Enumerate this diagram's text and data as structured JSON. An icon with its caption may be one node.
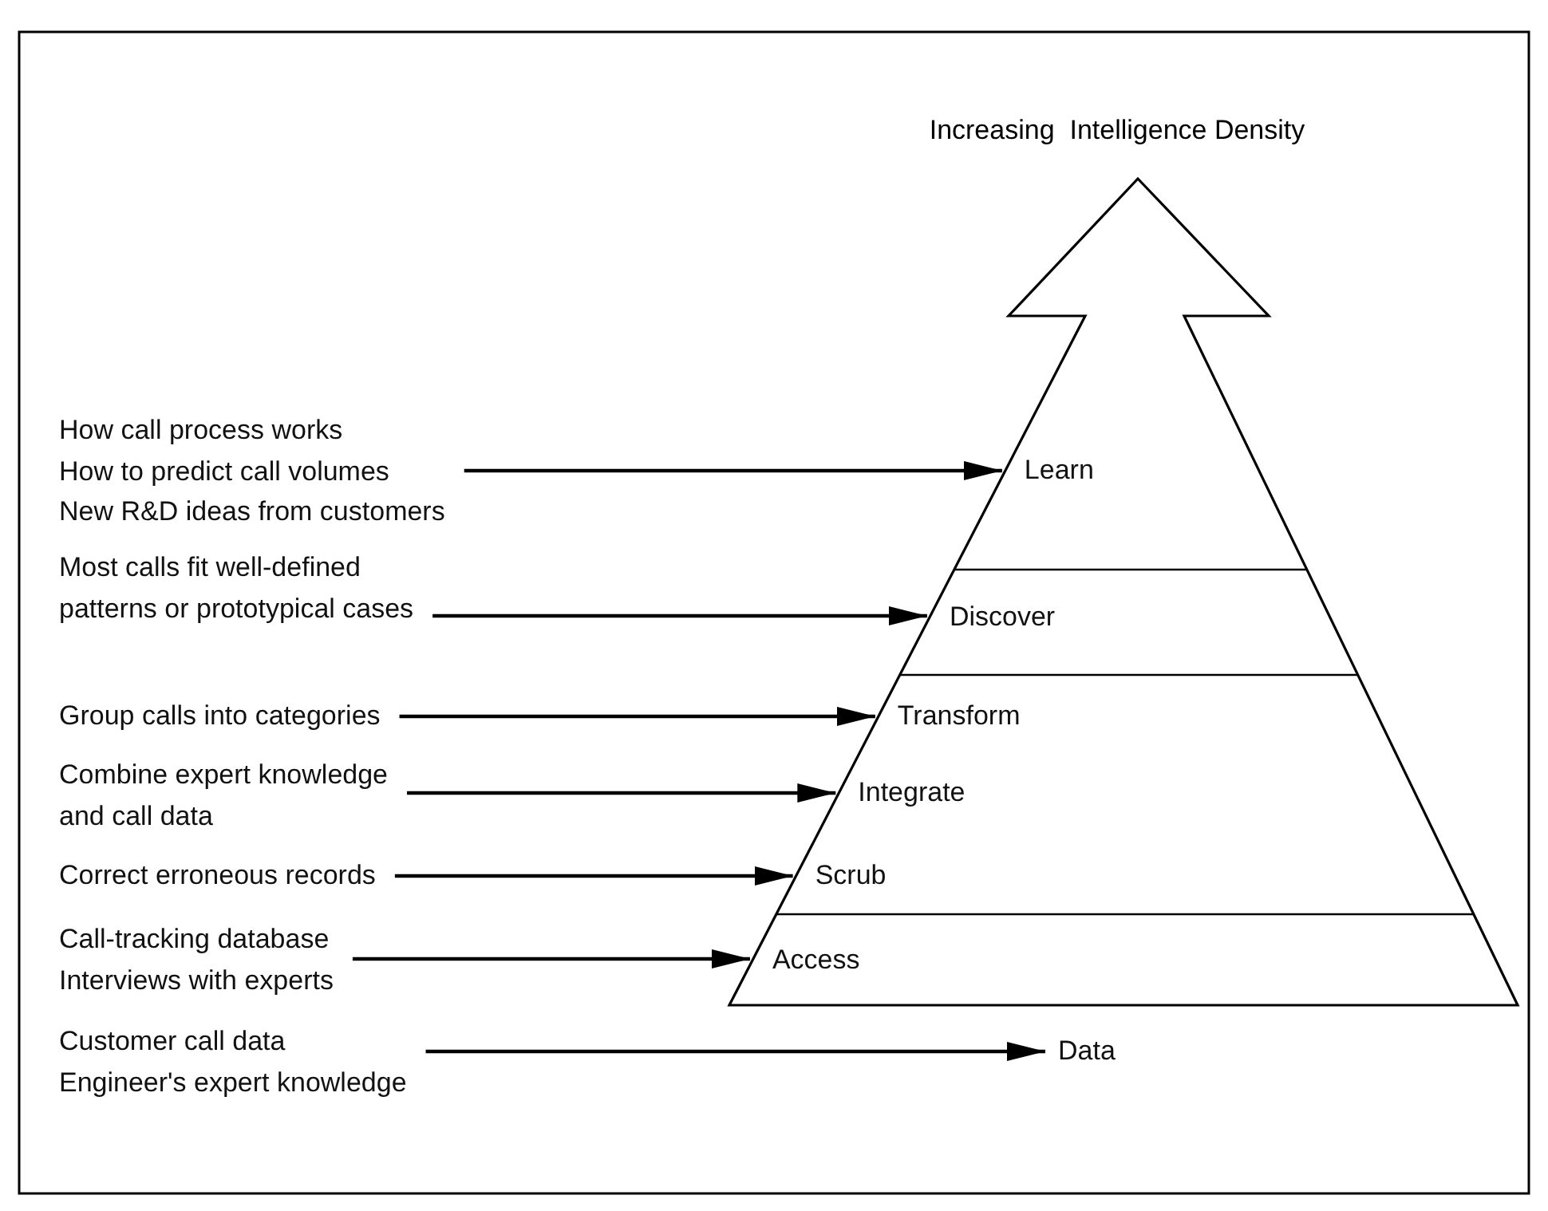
{
  "diagram": {
    "title": "Increasing  Intelligence Density",
    "nodes": [
      {
        "text": [
          "How call process works",
          "How to predict call volumes",
          "New R&D ideas from customers"
        ]
      },
      {
        "text": [
          "Learn"
        ]
      },
      {
        "text": [
          "Most calls fit well-defined patterns or prototypical cases"
        ]
      },
      {
        "text": [
          "Discover"
        ]
      },
      {
        "text": [
          "Group calls into categories"
        ]
      },
      {
        "text": [
          "Transform"
        ]
      },
      {
        "text": [
          "Combine expert knowledge and call data"
        ]
      },
      {
        "text": [
          "Integrate"
        ]
      },
      {
        "text": [
          "Correct erroneous records"
        ]
      },
      {
        "text": [
          "Scrub"
        ]
      },
      {
        "text": [
          "Call-tracking database",
          "Interviews with experts"
        ]
      },
      {
        "text": [
          "Access"
        ]
      },
      {
        "text": [
          "Customer call data",
          "Engineer's expert knowledge"
        ]
      },
      {
        "text": [
          "Data"
        ]
      }
    ],
    "edges": [
      {
        "from": 0,
        "to": 1,
        "arrow": "to"
      },
      {
        "from": 2,
        "to": 3,
        "arrow": "to"
      },
      {
        "from": 4,
        "to": 5,
        "arrow": "to"
      },
      {
        "from": 6,
        "to": 7,
        "arrow": "to"
      },
      {
        "from": 8,
        "to": 9,
        "arrow": "to"
      },
      {
        "from": 10,
        "to": 11,
        "arrow": "to"
      },
      {
        "from": 12,
        "to": 13,
        "arrow": "to"
      }
    ]
  }
}
